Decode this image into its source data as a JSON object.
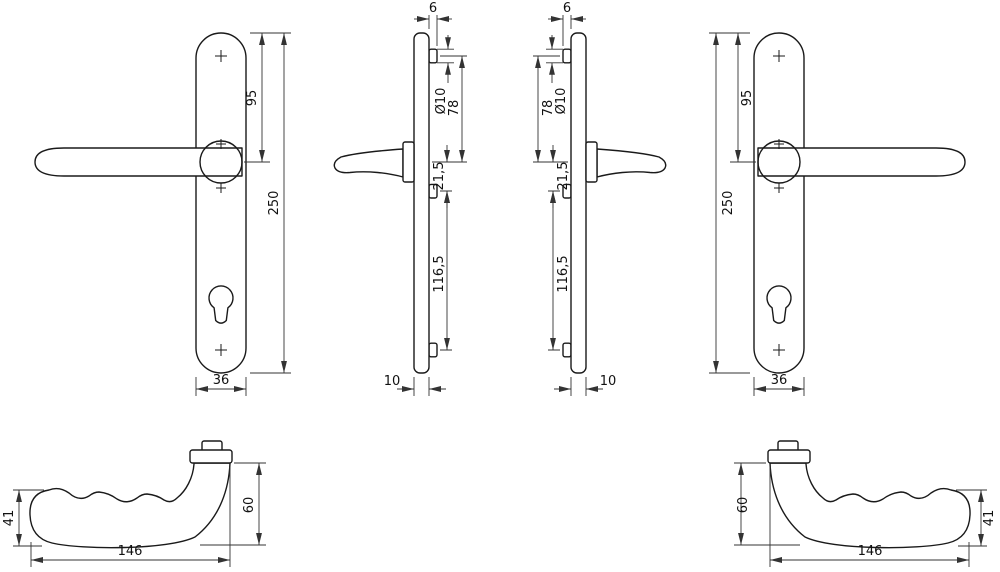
{
  "page": {
    "background": "#ffffff",
    "line_color": "#1a1a1a",
    "dim_line_color": "#333333"
  },
  "dims": {
    "v95": "95",
    "v250": "250",
    "v36": "36",
    "v6": "6",
    "vd10": "Ø10",
    "v78": "78",
    "v21_5": "21,5",
    "v116_5": "116,5",
    "v10": "10",
    "v41": "41",
    "v60": "60",
    "v146": "146"
  }
}
